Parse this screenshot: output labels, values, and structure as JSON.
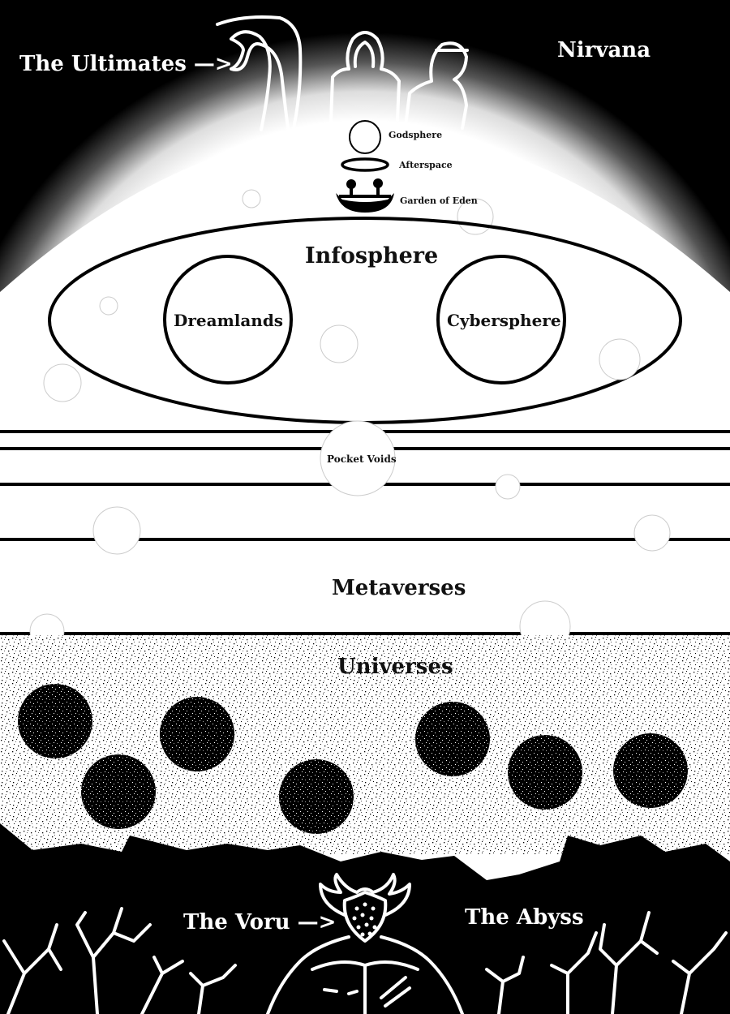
{
  "top": {
    "ultimates_label": "The Ultimates —>",
    "nirvana_label": "Nirvana"
  },
  "heaven": {
    "godsphere_label": "Godsphere",
    "afterspace_label": "Afterspace",
    "garden_label": "Garden of Eden"
  },
  "infosphere": {
    "title": "Infosphere",
    "dreamlands_label": "Dreamlands",
    "cybersphere_label": "Cybersphere"
  },
  "middle": {
    "pocket_voids_label": "Pocket Voids",
    "metaverses_label": "Metaverses",
    "universes_label": "Universes"
  },
  "bottom": {
    "voru_label": "The Voru —>",
    "abyss_label": "The Abyss"
  },
  "colors": {
    "black": "#000000",
    "white": "#ffffff"
  }
}
